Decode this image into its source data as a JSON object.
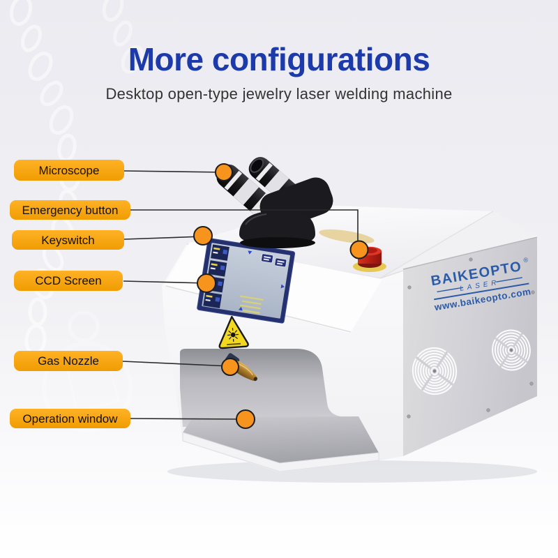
{
  "header": {
    "title": "More configurations",
    "subtitle": "Desktop open-type jewelry laser welding machine"
  },
  "callouts": [
    {
      "label": "Microscope"
    },
    {
      "label": "Emergency button"
    },
    {
      "label": "Keyswitch"
    },
    {
      "label": "CCD Screen"
    },
    {
      "label": "Gas Nozzle"
    },
    {
      "label": "Operation window"
    }
  ],
  "machine": {
    "brand": {
      "name": "BAIKEOPTO",
      "registered_mark": "®",
      "tagline": "LASER",
      "website": "www.baikeopto.com"
    }
  },
  "colors": {
    "title_blue": "#1c3aa9",
    "callout_orange": "#f7a11b",
    "marker_orange": "#f7941d",
    "brand_blue": "#2b5aa7",
    "emergency_red": "#c8231a",
    "warning_yellow": "#f2d81f"
  }
}
